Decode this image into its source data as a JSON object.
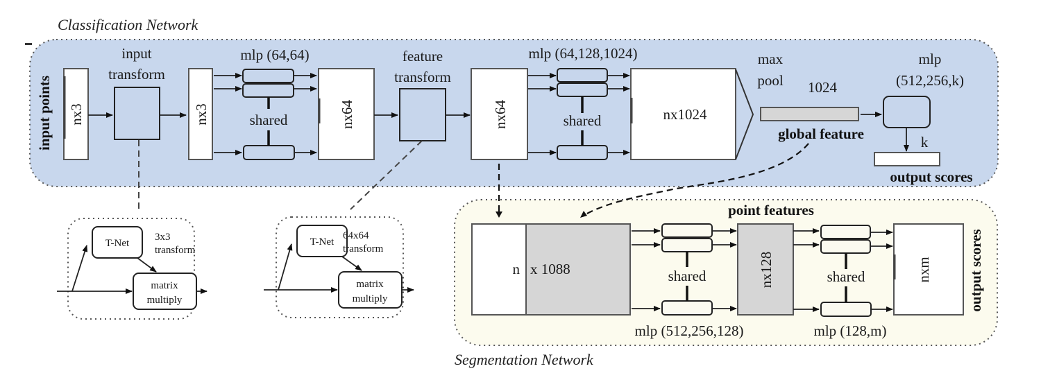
{
  "classification": {
    "title": "Classification Network",
    "input_label": "input points",
    "input_box": "nx3",
    "input_transform": {
      "line1": "input",
      "line2": "transform"
    },
    "transformed_box": "nx3",
    "mlp1": {
      "label": "mlp (64,64)",
      "shared": "shared"
    },
    "feature_box1": "nx64",
    "feature_transform": {
      "line1": "feature",
      "line2": "transform"
    },
    "feature_box2": "nx64",
    "mlp2": {
      "label": "mlp (64,128,1024)",
      "shared": "shared"
    },
    "big_box": "nx1024",
    "maxpool": {
      "line1": "max",
      "line2": "pool"
    },
    "global_feature": {
      "size": "1024",
      "label": "global feature"
    },
    "mlp3": {
      "line1": "mlp",
      "line2": "(512,256,k)"
    },
    "output": {
      "k_label": "k",
      "label": "output scores"
    }
  },
  "tnet_input": {
    "tnet": "T-Net",
    "transform": {
      "line1": "3x3",
      "line2": "transform"
    },
    "matmul": {
      "line1": "matrix",
      "line2": "multiply"
    }
  },
  "tnet_feature": {
    "tnet": "T-Net",
    "transform": {
      "line1": "64x64",
      "line2": "transform"
    },
    "matmul": {
      "line1": "matrix",
      "line2": "multiply"
    }
  },
  "segmentation": {
    "title": "Segmentation Network",
    "concat": {
      "n": "n",
      "dims": "x 1088"
    },
    "point_features": "point features",
    "mlp1": {
      "label": "mlp (512,256,128)",
      "shared": "shared"
    },
    "mid_box": "nx128",
    "mlp2": {
      "label": "mlp (128,m)",
      "shared": "shared"
    },
    "output_box": "nxm",
    "output_label": "output scores"
  },
  "colors": {
    "classification_bg": "#c8d7ed",
    "segmentation_bg": "#fcfbee",
    "gray_feature": "#d6d6d6"
  }
}
